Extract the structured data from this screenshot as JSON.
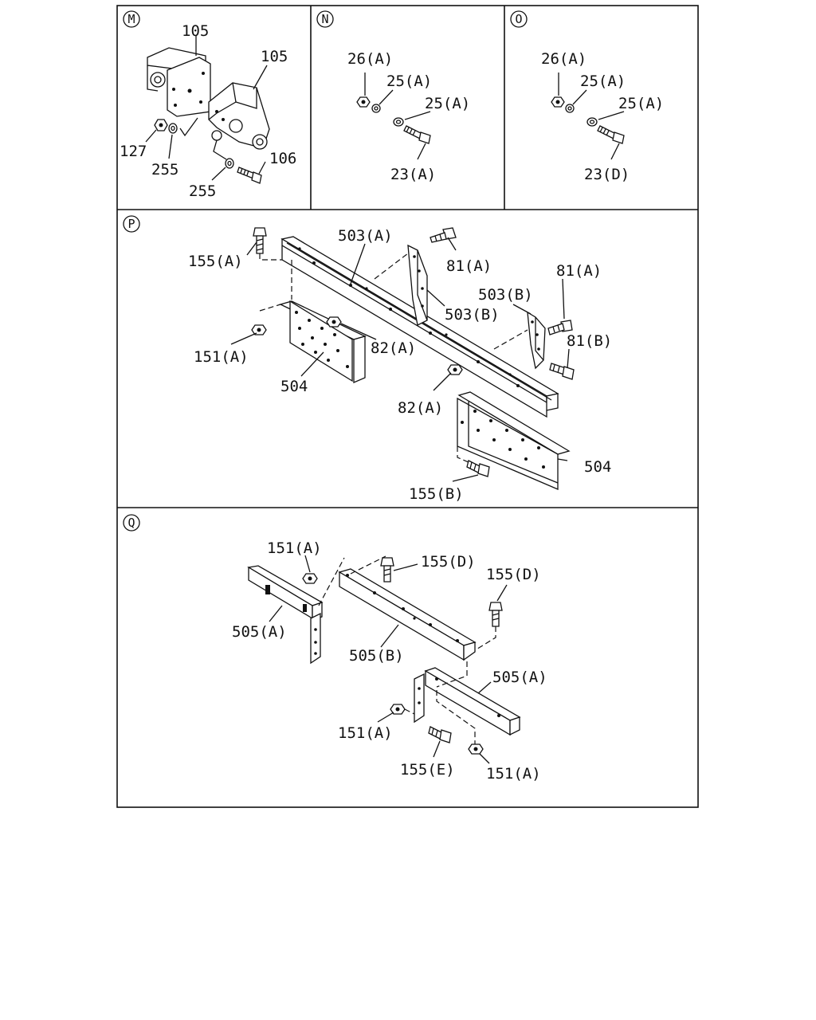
{
  "panels": {
    "M": {
      "letter": "M",
      "labels": {
        "l105a": "105",
        "l105b": "105",
        "l127": "127",
        "l255a": "255",
        "l255b": "255",
        "l106": "106"
      }
    },
    "N": {
      "letter": "N",
      "labels": {
        "l26": "26(A)",
        "l25a": "25(A)",
        "l25b": "25(A)",
        "l23": "23(A)"
      }
    },
    "O": {
      "letter": "O",
      "labels": {
        "l26": "26(A)",
        "l25a": "25(A)",
        "l25b": "25(A)",
        "l23": "23(D)"
      }
    },
    "P": {
      "letter": "P",
      "labels": {
        "l155a": "155(A)",
        "l503a": "503(A)",
        "l81a_1": "81(A)",
        "l81a_2": "81(A)",
        "l503b_1": "503(B)",
        "l503b_2": "503(B)",
        "l81b": "81(B)",
        "l151a": "151(A)",
        "l82a_1": "82(A)",
        "l82a_2": "82(A)",
        "l504_1": "504",
        "l504_2": "504",
        "l155b": "155(B)"
      }
    },
    "Q": {
      "letter": "Q",
      "labels": {
        "l151a_1": "151(A)",
        "l155d_1": "155(D)",
        "l155d_2": "155(D)",
        "l505a_1": "505(A)",
        "l505b": "505(B)",
        "l505a_2": "505(A)",
        "l151a_2": "151(A)",
        "l155e": "155(E)",
        "l151a_3": "151(A)"
      }
    }
  }
}
